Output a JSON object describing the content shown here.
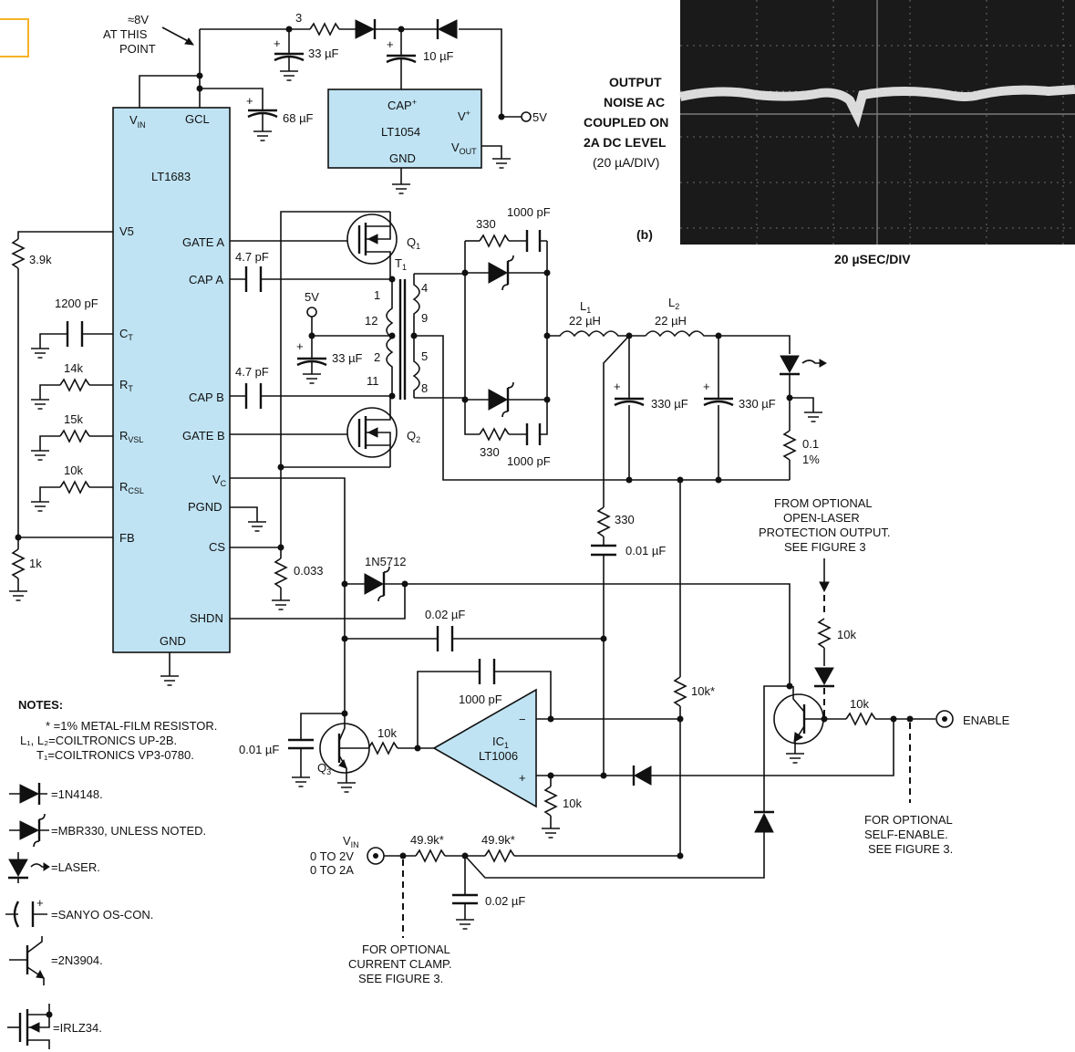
{
  "chips": {
    "main": {
      "name": "LT1683",
      "pins": {
        "vin": "V",
        "vin_sub": "IN",
        "gcl": "GCL",
        "v5": "V5",
        "gate_a": "GATE A",
        "cap_a": "CAP A",
        "ct": "C",
        "ct_sub": "T",
        "rt": "R",
        "rt_sub": "T",
        "rvsl": "R",
        "rvsl_sub": "VSL",
        "rcsl": "R",
        "rcsl_sub": "CSL",
        "cap_b": "CAP B",
        "gate_b": "GATE B",
        "vc": "V",
        "vc_sub": "C",
        "pgnd": "PGND",
        "fb": "FB",
        "cs": "CS",
        "shdn": "SHDN",
        "gnd": "GND"
      }
    },
    "pump": {
      "name": "LT1054",
      "pins": {
        "cap": "CAP",
        "cap_sup": "+",
        "vplus": "V",
        "vplus_sup": "+",
        "vout": "V",
        "vout_sub": "OUT",
        "gnd": "GND"
      }
    },
    "opamp": {
      "name": "IC",
      "name_sub": "1",
      "part": "LT1006",
      "minus": "−",
      "plus": "+"
    }
  },
  "labels": {
    "approx_8v": [
      "≈8V",
      "AT THIS",
      "POINT"
    ],
    "r3": "3",
    "c33_top": "33 µF",
    "c10": "10 µF",
    "c68": "68 µF",
    "v5_supply": "5V",
    "v5_mid": "5V",
    "r3_9k": "3.9k",
    "c1200": "1200 pF",
    "r14k": "14k",
    "r15k": "15k",
    "r10k_rcsl": "10k",
    "r1k": "1k",
    "c4_7a": "4.7 pF",
    "c4_7b": "4.7 pF",
    "c33_mid": "33 µF",
    "q1": "Q",
    "q1_sub": "1",
    "q2": "Q",
    "q2_sub": "2",
    "t1": "T",
    "t1_sub": "1",
    "pin1": "1",
    "pin12": "12",
    "pin2": "2",
    "pin11": "11",
    "pin4": "4",
    "pin9": "9",
    "pin5": "5",
    "pin8": "8",
    "r330_top": "330",
    "c1000_top": "1000 pF",
    "r330_bot": "330",
    "c1000_bot": "1000 pF",
    "l1": "L",
    "l1_sub": "1",
    "l1_val": "22 µH",
    "l2": "L",
    "l2_sub": "2",
    "l2_val": "22 µH",
    "c330a": "330 µF",
    "c330b": "330 µF",
    "rsense": [
      "0.1",
      "1%"
    ],
    "r330_mid": "330",
    "c0_01_mid": "0.01 µF",
    "r0_033": "0.033",
    "d1n5712": "1N5712",
    "c0_02_top": "0.02 µF",
    "c1000_op": "1000 pF",
    "r10k_star": "10k*",
    "r10k_q3": "10k",
    "c0_01_q3": "0.01 µF",
    "q3": "Q",
    "q3_sub": "3",
    "r10k_op": "10k",
    "vin_label": "V",
    "vin_sub": "IN",
    "vin_range": [
      "0 TO 2V",
      "0 TO 2A"
    ],
    "r49_9a": "49.9k*",
    "r49_9b": "49.9k*",
    "c0_02_bot": "0.02 µF",
    "clamp_note": [
      "FOR OPTIONAL",
      "CURRENT CLAMP.",
      "SEE FIGURE 3."
    ],
    "laser_prot": [
      "FROM OPTIONAL",
      "OPEN-LASER",
      "PROTECTION OUTPUT.",
      "SEE FIGURE 3"
    ],
    "r10k_prot": "10k",
    "r10k_en": "10k",
    "enable": "ENABLE",
    "self_enable": [
      "FOR OPTIONAL",
      "SELF-ENABLE.",
      "SEE FIGURE 3."
    ]
  },
  "scope": {
    "caption": [
      "OUTPUT",
      "NOISE AC",
      "COUPLED ON",
      "2A DC LEVEL",
      "(20 µA/DIV)"
    ],
    "panel_tag": "(b)",
    "timebase": "20 µSEC/DIV"
  },
  "notes": {
    "title": "NOTES:",
    "lines": [
      "* =1% METAL-FILM RESISTOR.",
      "L₁, L₂=COILTRONICS UP-2B.",
      "T₁=COILTRONICS VP3-0780."
    ],
    "legend": [
      "=1N4148.",
      "=MBR330, UNLESS NOTED.",
      "=LASER.",
      "=SANYO OS-CON.",
      "=2N3904.",
      "=IRLZ34."
    ]
  },
  "colors": {
    "chip_fill": "#bfe3f3",
    "frame_accent": "#f5b324",
    "scope_bg": "#1a1a1a"
  }
}
